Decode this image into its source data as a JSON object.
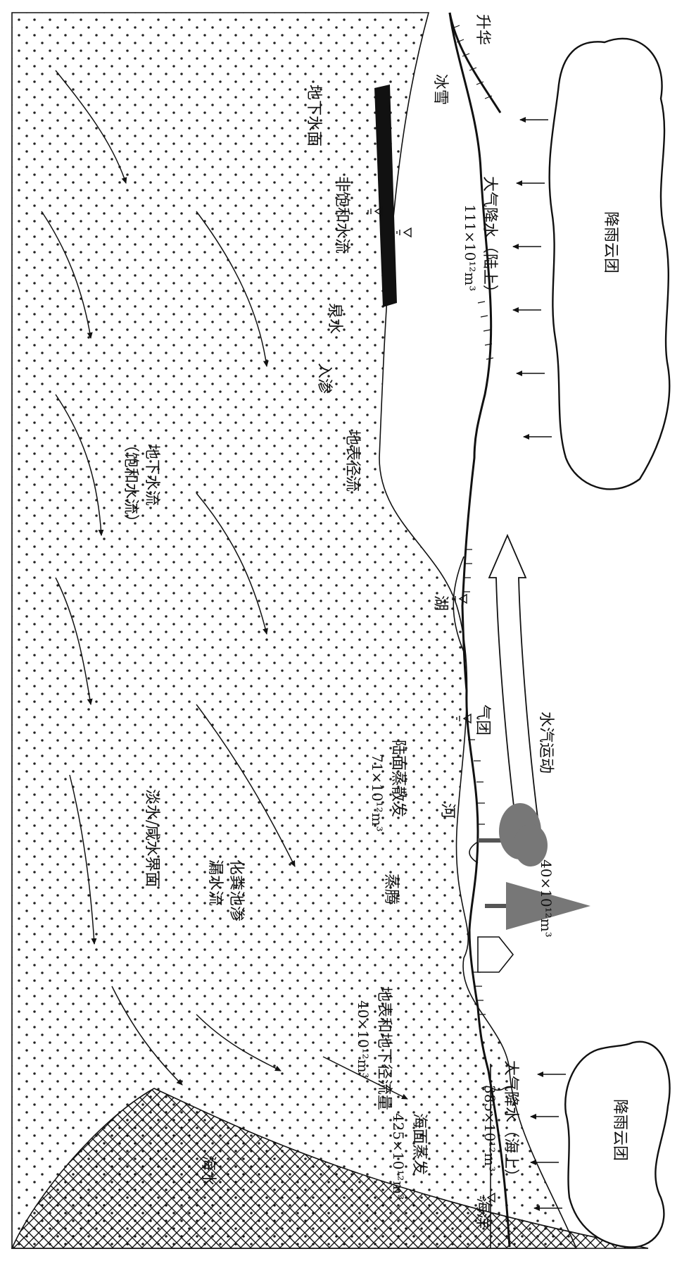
{
  "labels": {
    "cloud_land": "降雨云团",
    "cloud_sea": "降雨云团",
    "precip_land": "大气降水（陆上）",
    "precip_land_value": "111×10¹²m³",
    "precip_sea": "大气降水（海上）",
    "precip_sea_value": "385×10¹²m³",
    "vapor_motion": "水汽运动",
    "vapor_value": "40×10¹²m³",
    "air_mass": "气团",
    "sublimation": "升华",
    "ice_snow": "冰雪",
    "spring": "泉水",
    "infiltration": "入渗",
    "unsat_flow": "非饱和水流",
    "water_table": "地下水面",
    "surface_runoff": "地表径流",
    "groundwater_flow": "地下水流",
    "saturated_flow": "（饱和水流）",
    "lake": "湖",
    "river": "河",
    "land_evap": "陆面蒸散发",
    "land_evap_value": "71×10¹²m³",
    "transpiration": "蒸腾",
    "septic": "化粪池渗",
    "leakage": "漏水流",
    "fresh_saline": "淡水/咸水界面",
    "runoff_total": "地表和地下径流量",
    "runoff_total_value": "40×10¹²m³",
    "sea_evap": "海面蒸发",
    "sea_evap_value": "425×10¹²m³",
    "ocean": "海洋",
    "seawater": "海水"
  },
  "colors": {
    "ink": "#111111",
    "dots": "#222222",
    "tree": "#777777",
    "tree_dark": "#555555"
  }
}
